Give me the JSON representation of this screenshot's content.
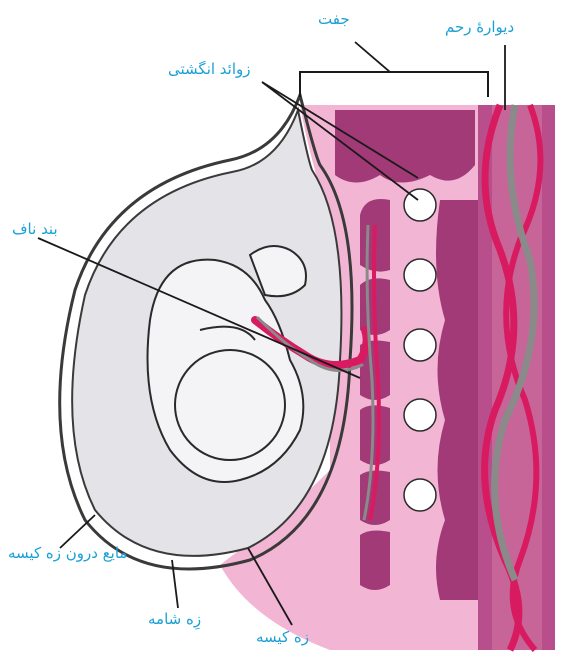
{
  "labels": {
    "placenta": "جفت",
    "uterine_wall": "دیوارهٔ رحم",
    "villi": "زوائد انگشتی",
    "umbilical_cord": "بند ناف",
    "amniotic_fluid": "مایع درون زه کیسه",
    "chorion": "زِه شامه",
    "amnion": "زه کیسه"
  },
  "colors": {
    "label_text": "#1aa0d6",
    "leader_line": "#1a1a1a",
    "placenta_tissue": "#a23a78",
    "uterine_pink": "#f2b6d4",
    "amniotic_sac": "#e4e4e8",
    "artery_red": "#d81b60",
    "vein_grey": "#8a8a8a"
  }
}
